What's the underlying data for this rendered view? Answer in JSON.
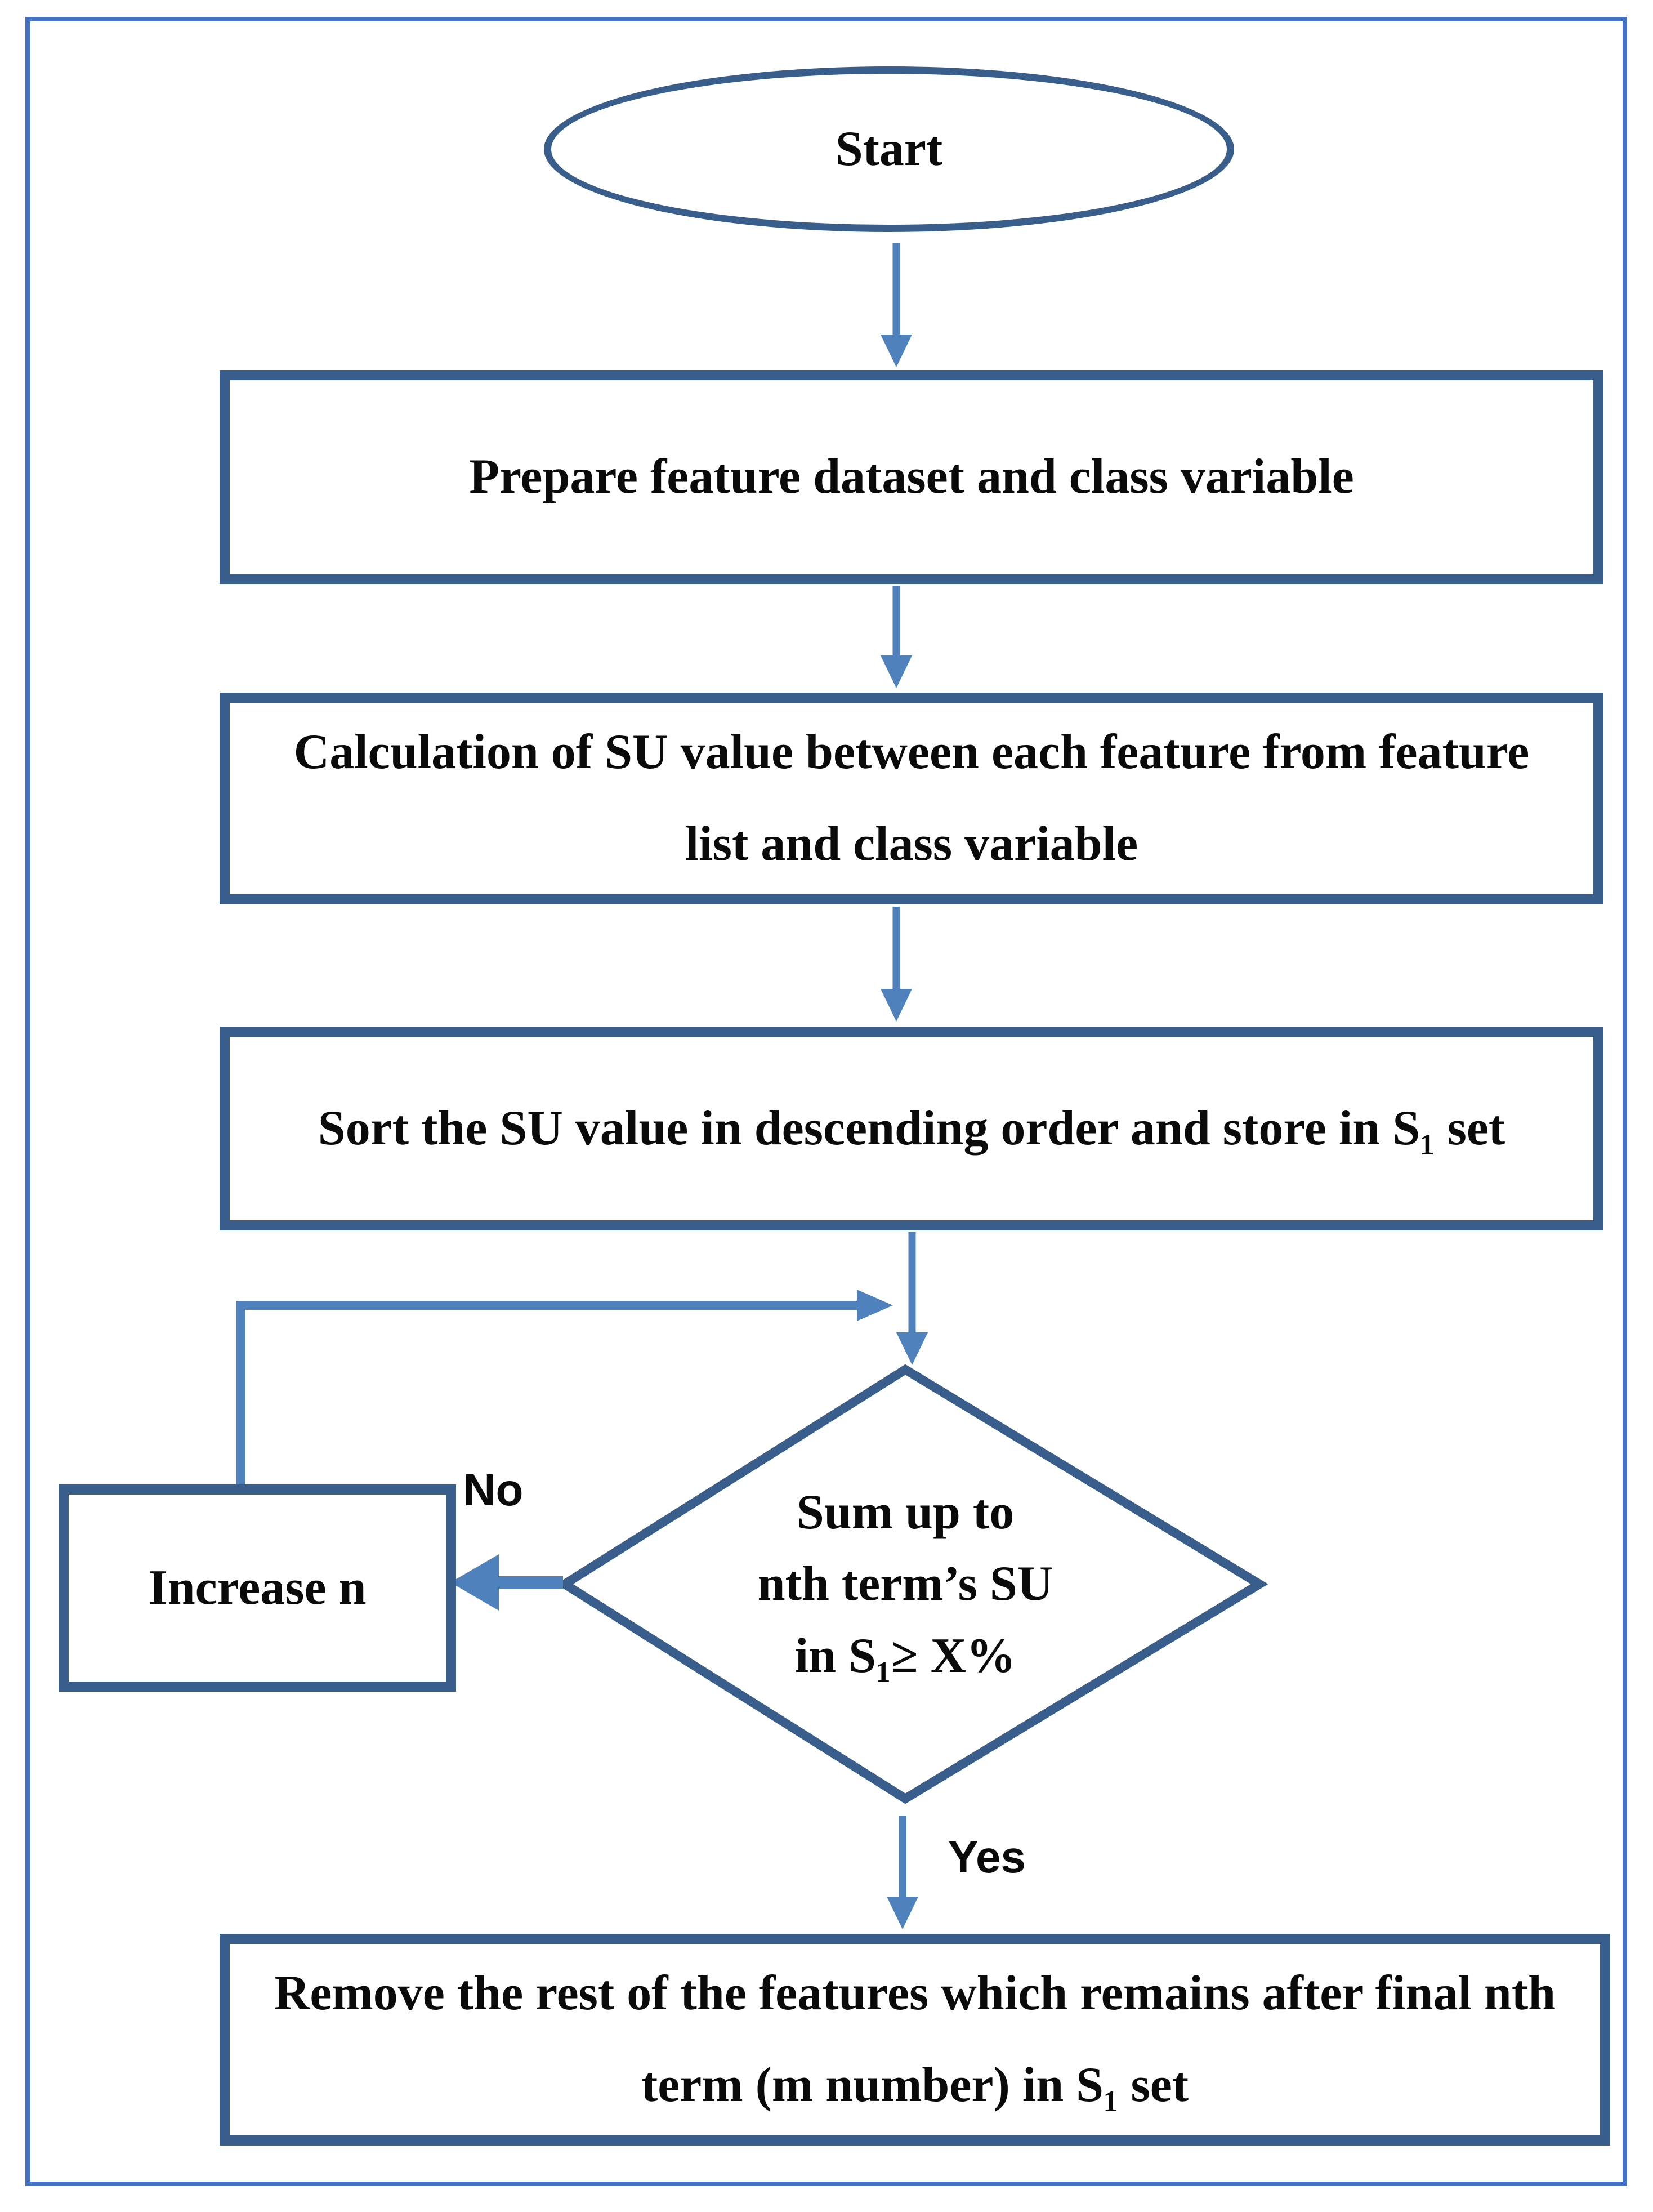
{
  "flowchart": {
    "colors": {
      "frame": "#4472C4",
      "shape_border": "#395E8B",
      "connector": "#4F81BD",
      "text": "#0a0a0a"
    },
    "nodes": {
      "start": {
        "shape": "ellipse",
        "label": "Start"
      },
      "prepare": {
        "shape": "process",
        "lines": [
          "Prepare feature dataset and class variable"
        ]
      },
      "calculate": {
        "shape": "process",
        "lines": [
          "Calculation of SU value between each feature from feature",
          "list and class variable"
        ]
      },
      "sort": {
        "shape": "process",
        "lines": [
          "Sort the SU value in descending order and store in S₁ set"
        ]
      },
      "decision": {
        "shape": "decision",
        "lines": [
          "Sum up to",
          "nth term’s SU",
          "in S₁≥ X%"
        ]
      },
      "increase": {
        "shape": "process",
        "lines": [
          "Increase n"
        ]
      },
      "remove": {
        "shape": "process",
        "lines": [
          "Remove the rest of the features which remains after final nth",
          "term (m number) in S₁ set"
        ]
      }
    },
    "edge_labels": {
      "no": "No",
      "yes": "Yes"
    }
  }
}
